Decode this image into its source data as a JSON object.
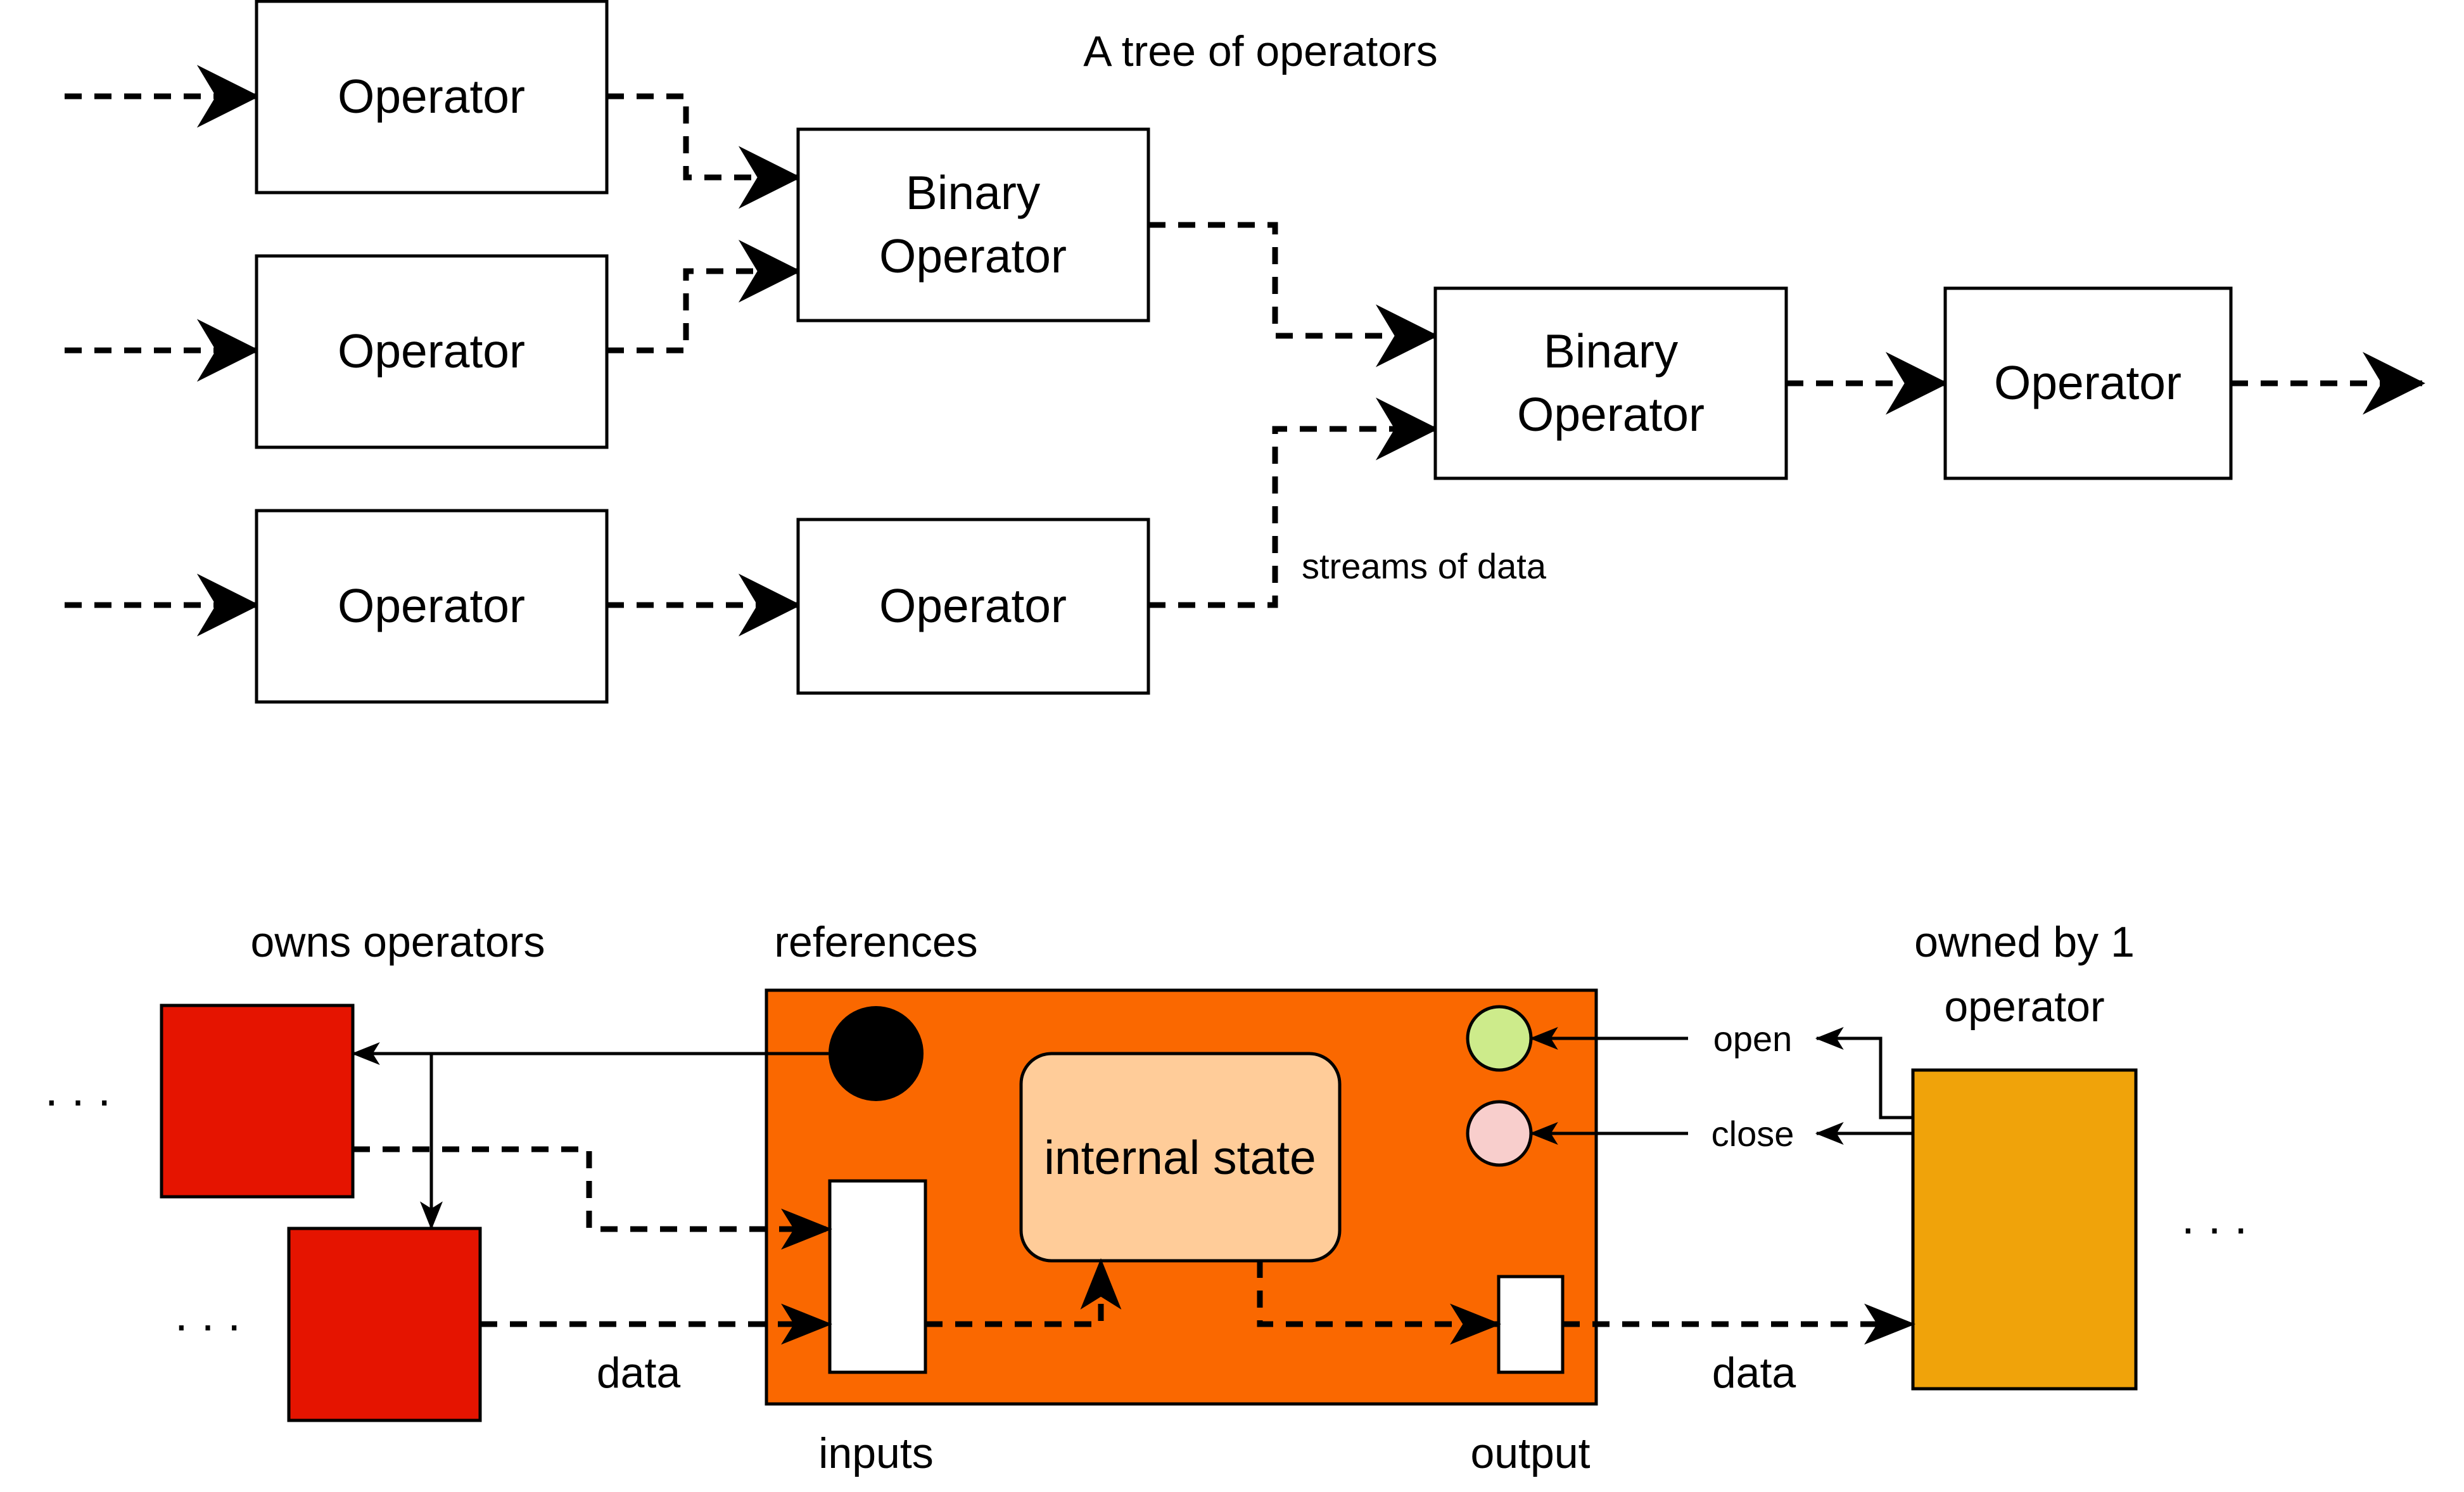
{
  "top_diagram": {
    "title": "A tree of operators",
    "operator_a": "Operator",
    "operator_b": "Operator",
    "operator_c": "Operator",
    "operator_d": "Operator",
    "operator_final": "Operator",
    "binary_1_line1": "Binary",
    "binary_1_line2": "Operator",
    "binary_2_line1": "Binary",
    "binary_2_line2": "Operator",
    "streams_label": "streams of data"
  },
  "bottom_diagram": {
    "owns_operators_label": "owns operators",
    "references_label": "references",
    "owned_by_line1": "owned by 1",
    "owned_by_line2": "operator",
    "internal_state_label": "internal state",
    "open_label": "open",
    "close_label": "close",
    "inputs_label": "inputs",
    "output_label": "output",
    "data_label_left": "data",
    "data_label_right": "data",
    "ellipsis_left_top": ". . .",
    "ellipsis_left_bottom": ". . .",
    "ellipsis_right": ". . .",
    "colors": {
      "operator_body": "#fa6800",
      "owned_operator": "#e51400",
      "owner_operator": "#f0a30a",
      "internal_state": "#ffcc99",
      "open_port": "#cdeb8b",
      "close_port": "#f8cecc",
      "reference_dot": "#000000"
    }
  }
}
